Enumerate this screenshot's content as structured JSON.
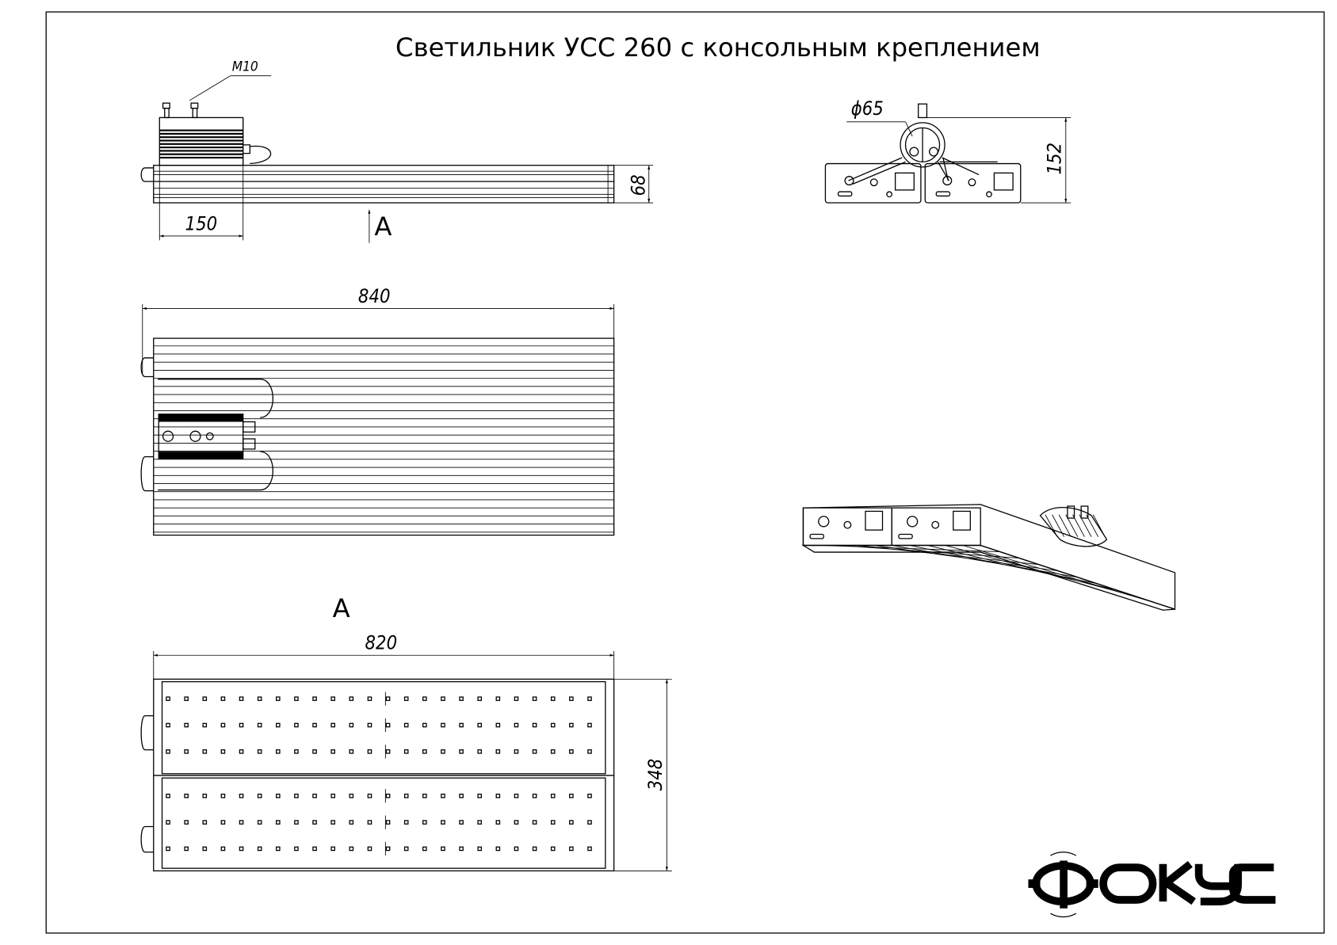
{
  "title": "Светильник УСС 260 с консольным креплением",
  "side_view": {
    "thread_label": "M10",
    "dim_length": "150",
    "dim_height": "68",
    "view_arrow": "A"
  },
  "front_view": {
    "dim_diameter": "ϕ65",
    "dim_height": "152"
  },
  "top_view": {
    "dim_length": "840"
  },
  "bottom_view": {
    "view_label": "A",
    "dim_length": "820",
    "dim_width": "348"
  },
  "logo": {
    "text": "ФОКУС"
  }
}
